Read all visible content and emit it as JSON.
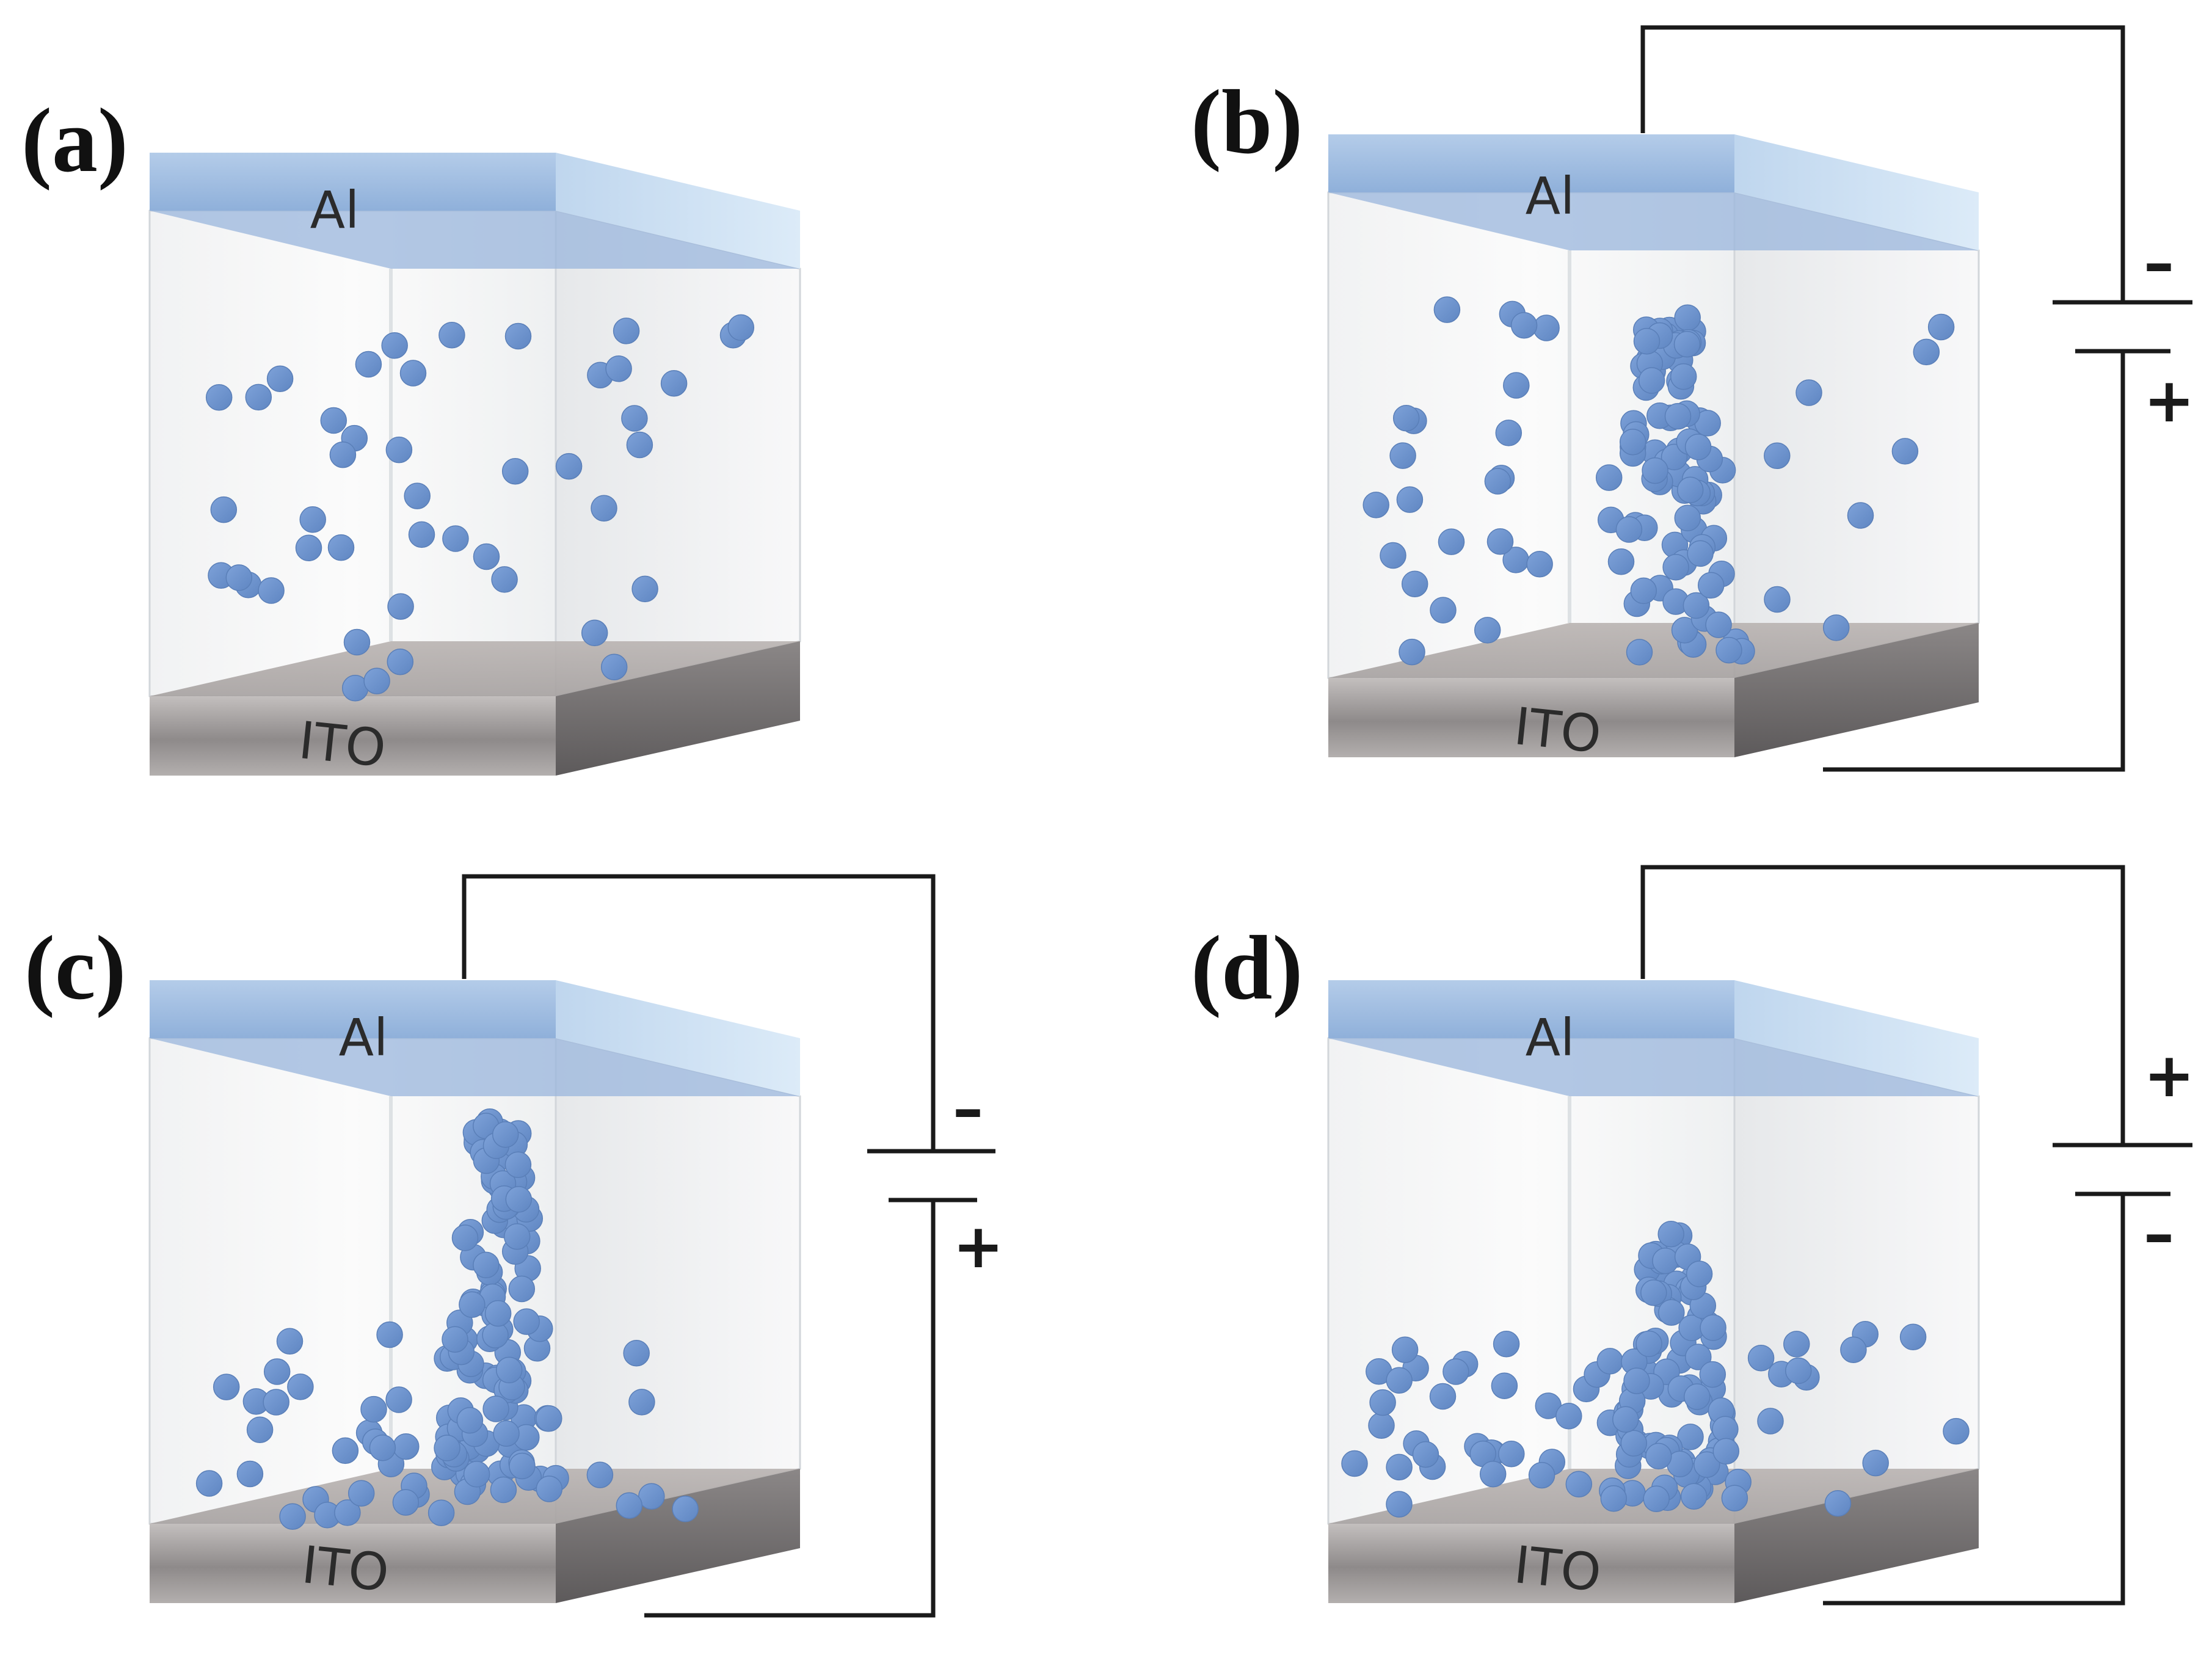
{
  "colors": {
    "particle": "#6f94cf",
    "al_electrode": "#a7c2e2",
    "ito_electrode": "#a39fa0",
    "wire": "#1a1a1a"
  },
  "panels": [
    {
      "id": "a",
      "label": "(a)",
      "top_electrode": "Al",
      "bottom_electrode": "ITO",
      "circuit": false,
      "source_top_sign": "",
      "source_bottom_sign": "",
      "state": "random"
    },
    {
      "id": "b",
      "label": "(b)",
      "top_electrode": "Al",
      "bottom_electrode": "ITO",
      "circuit": true,
      "source_top_sign": "–",
      "source_bottom_sign": "+",
      "state": "partial-filament"
    },
    {
      "id": "c",
      "label": "(c)",
      "top_electrode": "Al",
      "bottom_electrode": "ITO",
      "circuit": true,
      "source_top_sign": "–",
      "source_bottom_sign": "+",
      "state": "full-filament"
    },
    {
      "id": "d",
      "label": "(d)",
      "top_electrode": "Al",
      "bottom_electrode": "ITO",
      "circuit": true,
      "source_top_sign": "+",
      "source_bottom_sign": "–",
      "state": "ruptured-filament"
    }
  ]
}
